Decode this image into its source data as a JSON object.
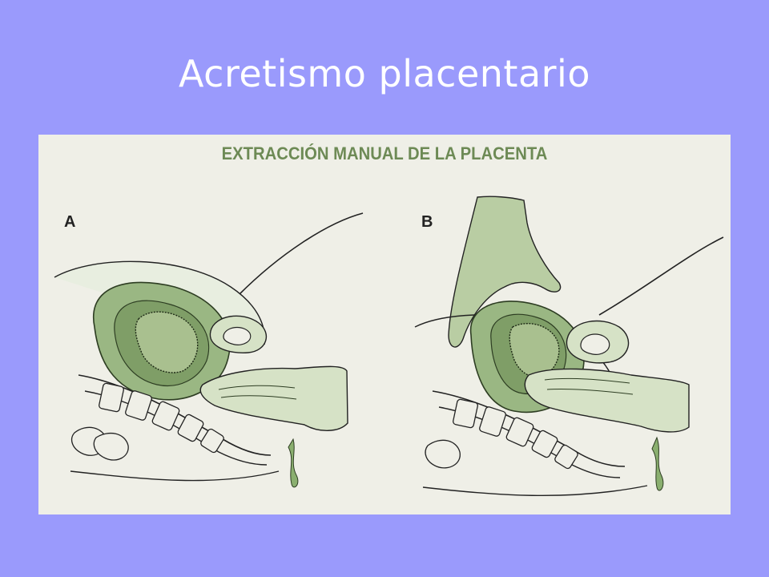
{
  "slide": {
    "title": "Acretismo placentario"
  },
  "figure": {
    "heading": "EXTRACCIÓN MANUAL DE LA PLACENTA",
    "panels": [
      {
        "label": "A"
      },
      {
        "label": "B"
      }
    ]
  },
  "colors": {
    "background": "#9a9afc",
    "panel": "#efefe7",
    "heading": "#6d8a55",
    "tissue_light": "#d6e2c6",
    "tissue_mid": "#b9cda3",
    "tissue_dark": "#8aa873",
    "uterus_wall": "#9ab783",
    "cavity": "#7f9e67",
    "blood": "#8aaf6f"
  }
}
